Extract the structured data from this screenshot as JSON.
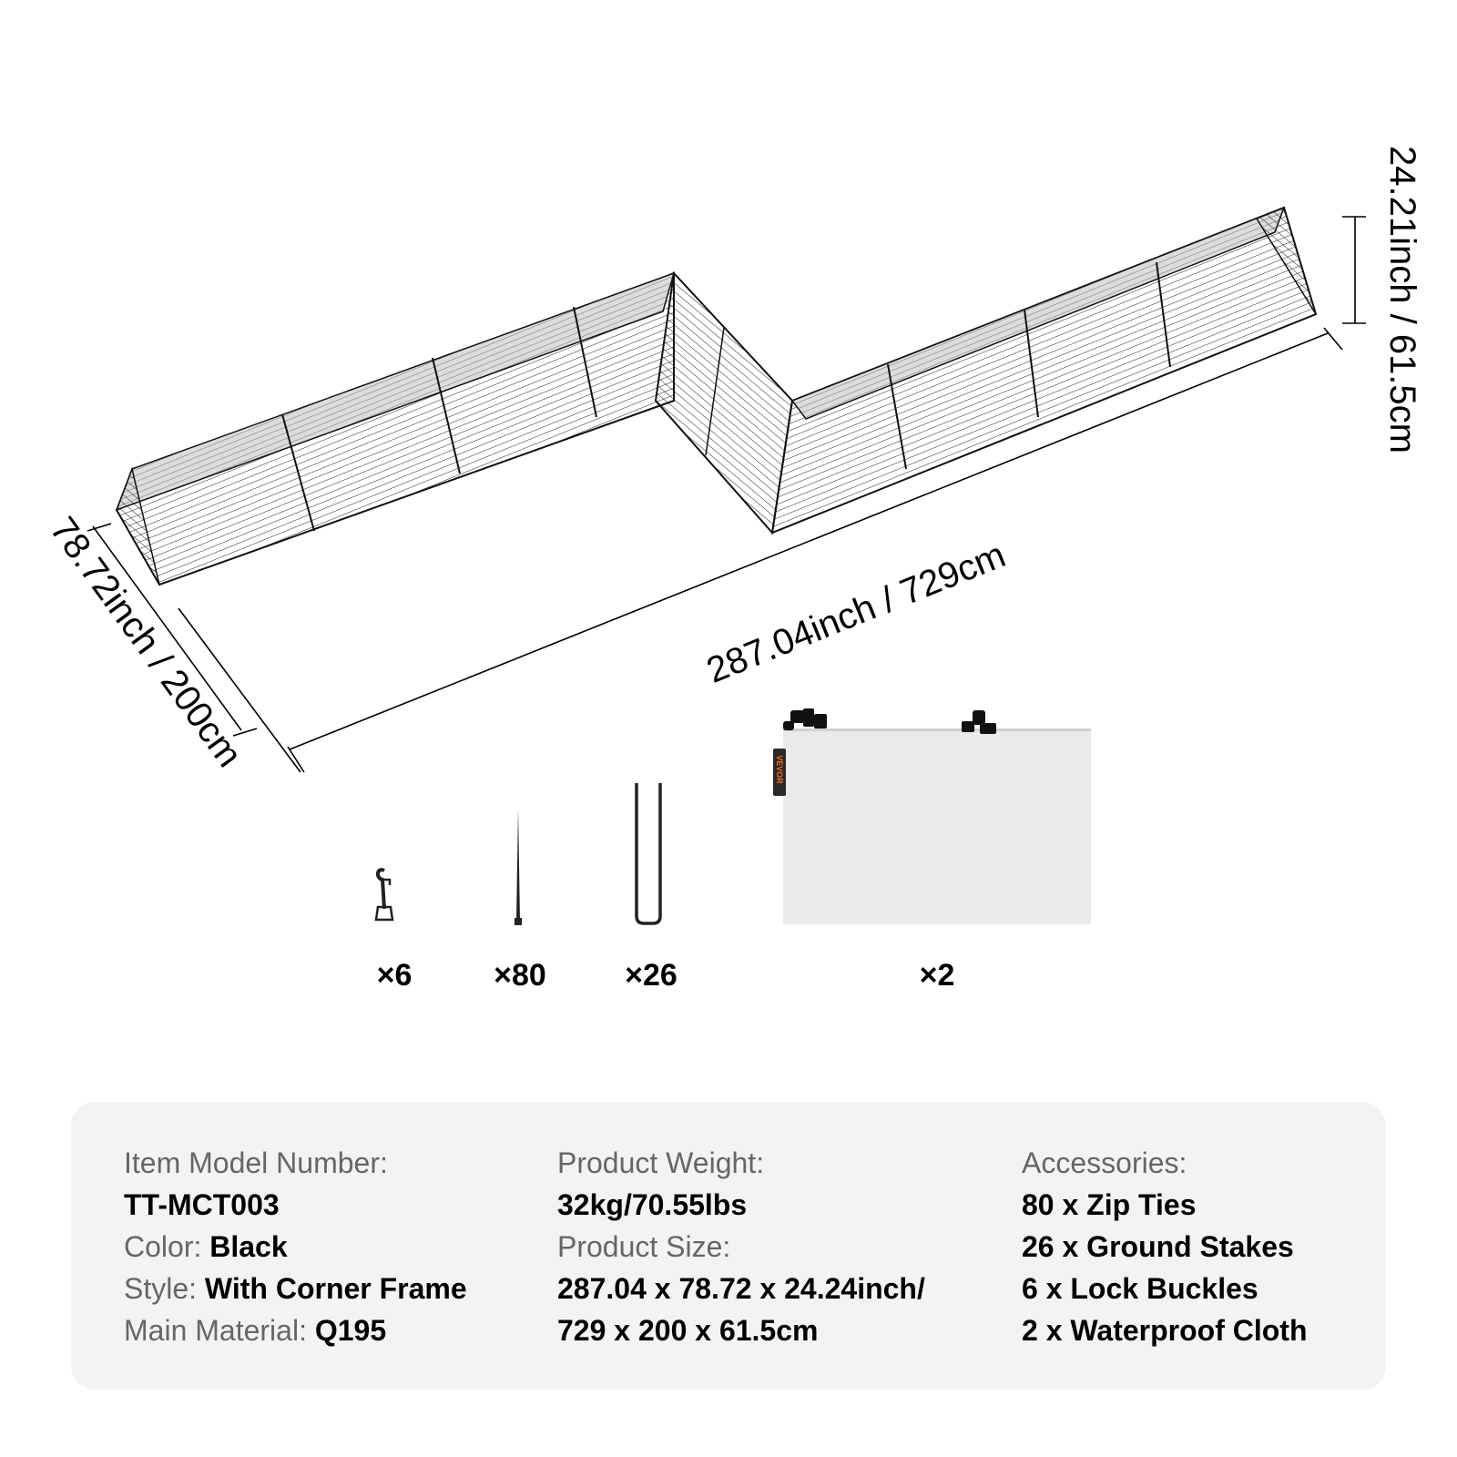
{
  "dimensions": {
    "length": "287.04inch / 729cm",
    "width": "78.72inch / 200cm",
    "height": "24.21inch / 61.5cm"
  },
  "accessories_display": [
    {
      "name": "lock-buckle",
      "qty": "×6"
    },
    {
      "name": "zip-tie",
      "qty": "×80"
    },
    {
      "name": "ground-stake",
      "qty": "×26"
    },
    {
      "name": "waterproof-cloth",
      "qty": "×2",
      "brand_tag": "VEVOR"
    }
  ],
  "specs": {
    "model_label": "Item Model Number:",
    "model_value": "TT-MCT003",
    "color_label": "Color:",
    "color_value": "Black",
    "style_label": "Style:",
    "style_value": "With Corner Frame",
    "material_label": "Main Material:",
    "material_value": "Q195",
    "weight_label": "Product Weight:",
    "weight_value": "32kg/70.55lbs",
    "size_label": "Product Size:",
    "size_value_line1": "287.04 x 78.72 x 24.24inch/",
    "size_value_line2": "729 x 200 x 61.5cm",
    "accessories_label": "Accessories:",
    "accessories": [
      "80 x Zip Ties",
      "26 x Ground Stakes",
      "6 x Lock Buckles",
      "2 x Waterproof Cloth"
    ]
  },
  "colors": {
    "panel_bg": "#f3f3f3",
    "label_gray": "#666666",
    "value_black": "#000000",
    "brand_orange": "#ff6a1a"
  }
}
